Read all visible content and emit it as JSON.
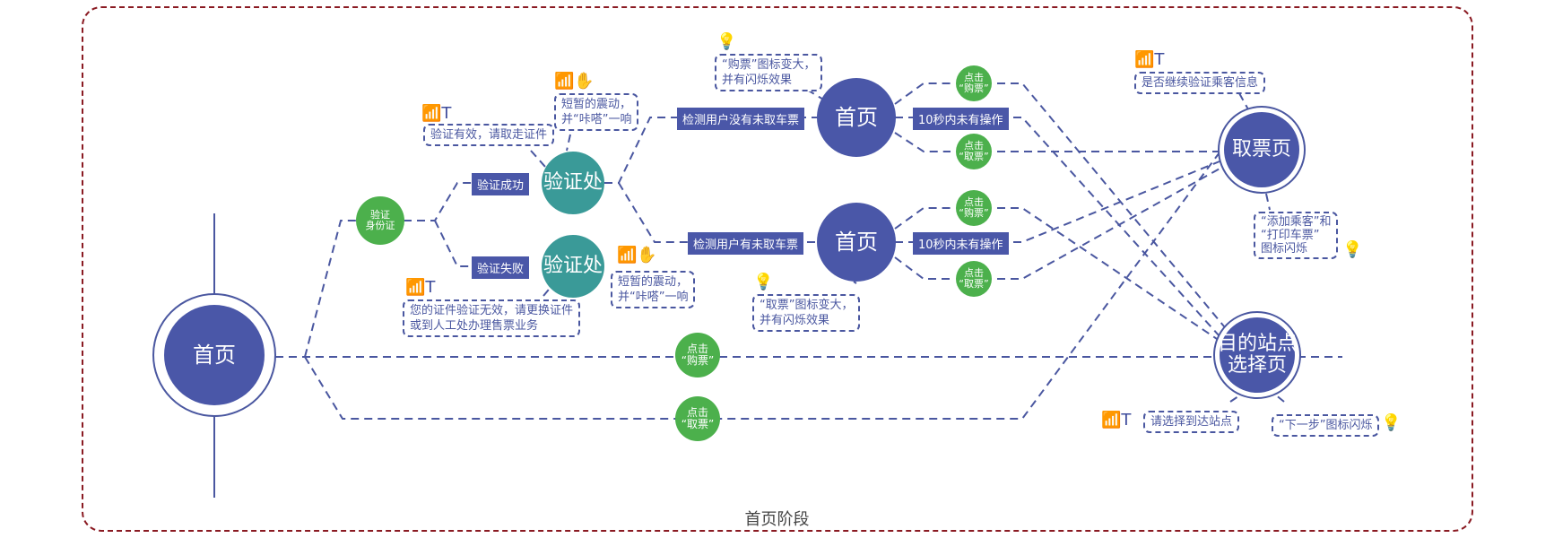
{
  "colors": {
    "primary": "#4a57a8",
    "teal": "#3a9a98",
    "green": "#4cb04c",
    "line": "#4a57a0",
    "frame": "#8a1a22"
  },
  "caption": "首页阶段",
  "nodes": {
    "home_main": "首页",
    "verify_id": "验证\n身份证",
    "verify_point_top": "验证处",
    "verify_point_bottom": "验证处",
    "home_top": "首页",
    "home_bottom": "首页",
    "ticket_page": "取票页",
    "destination_page": "目的站点\n选择页"
  },
  "labels": {
    "verify_success": "验证成功",
    "verify_fail": "验证失败",
    "no_ticket": "检测用户没有未取车票",
    "has_ticket": "检测用户有未取车票",
    "idle_top": "10秒内未有操作",
    "idle_bottom": "10秒内未有操作"
  },
  "buttons": {
    "buy_top": "点击\n“购票”",
    "take_top": "点击\n“取票”",
    "buy_mid": "点击\n“购票”",
    "take_mid": "点击\n“取票”",
    "buy_main": "点击\n“购票”",
    "take_main": "点击\n“取票”"
  },
  "notes": {
    "valid_take_id": "验证有效，请取走证件",
    "vibrate_top": "短暂的震动，\n并“咔嗒”一响",
    "invalid_id": "您的证件验证无效，请更换证件\n或到人工处办理售票业务",
    "vibrate_bottom": "短暂的震动，\n并“咔嗒”一响",
    "buy_icon_grow": "“购票”图标变大，\n并有闪烁效果",
    "take_icon_grow": "“取票”图标变大，\n并有闪烁效果",
    "continue_verify": "是否继续验证乘客信息",
    "add_print_blink": "“添加乘客”和\n“打印车票”\n图标闪烁",
    "choose_station": "请选择到达站点",
    "next_blink": "“下一步”图标闪烁"
  },
  "icons": {
    "wifi": "wifi-icon",
    "text": "text-icon",
    "hand": "hand-icon",
    "bulb": "lightbulb-icon",
    "wifi_glyph": "ᯤ",
    "text_glyph": "T"
  }
}
